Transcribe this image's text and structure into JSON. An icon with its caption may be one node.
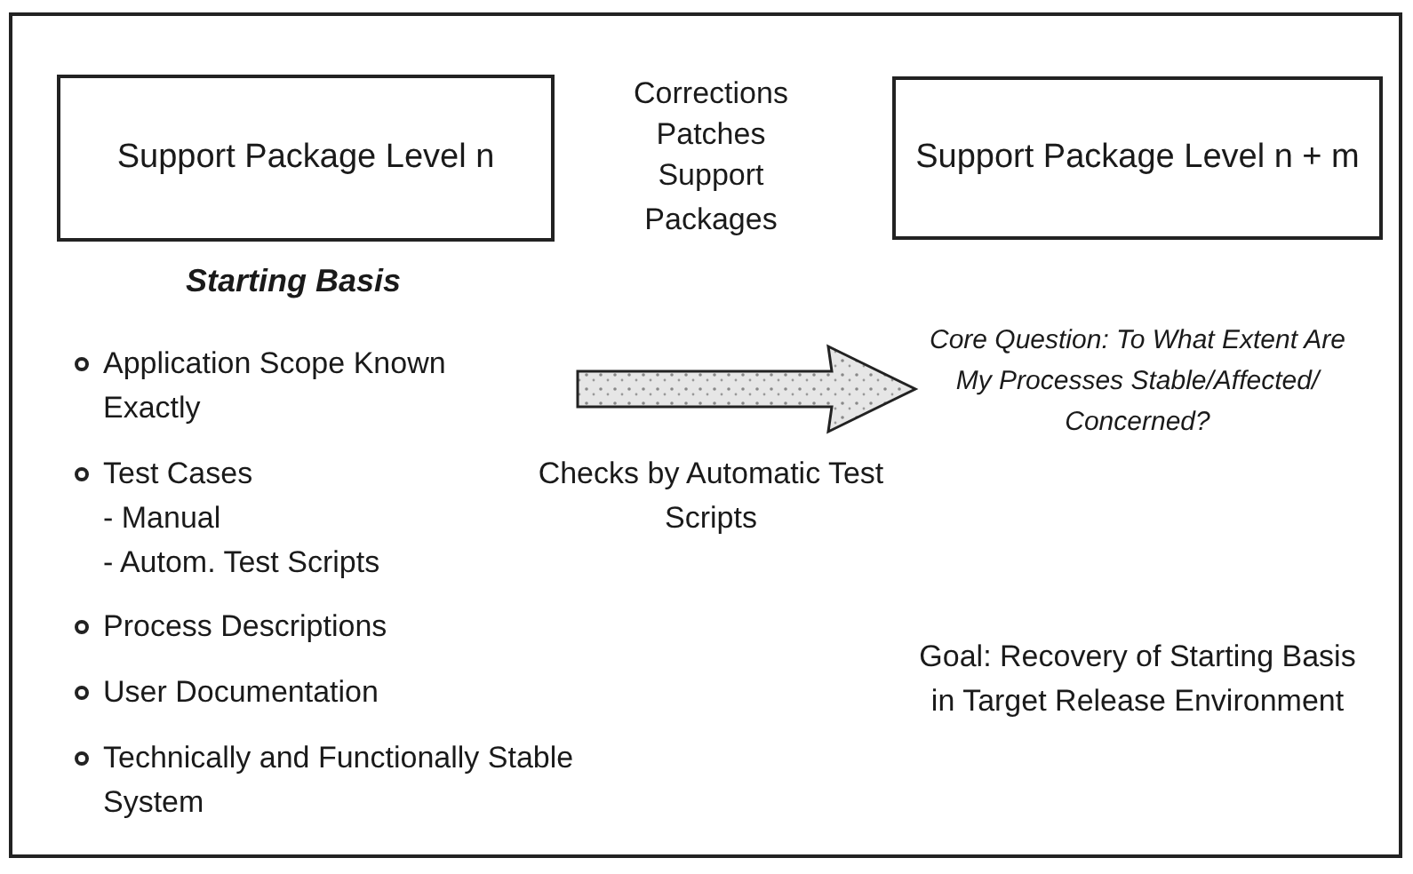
{
  "diagram": {
    "nodes": [
      {
        "text": [
          "Support Package Level n"
        ]
      },
      {
        "text": [
          "Support Package Level n + m"
        ]
      }
    ],
    "labels": [
      "Corrections",
      "Patches",
      "Support Packages",
      "Starting Basis",
      "Application Scope Known Exactly",
      "Test Cases",
      "- Manual",
      "- Autom. Test Scripts",
      "Process Descriptions",
      "User Documentation",
      "Technically and Functionally Stable System",
      "Checks by Automatic Test Scripts",
      "Core Question: To What Extent Are My Processes Stable/Affected/ Concerned?",
      "Goal: Recovery of Starting Basis in Target Release Environment"
    ]
  }
}
